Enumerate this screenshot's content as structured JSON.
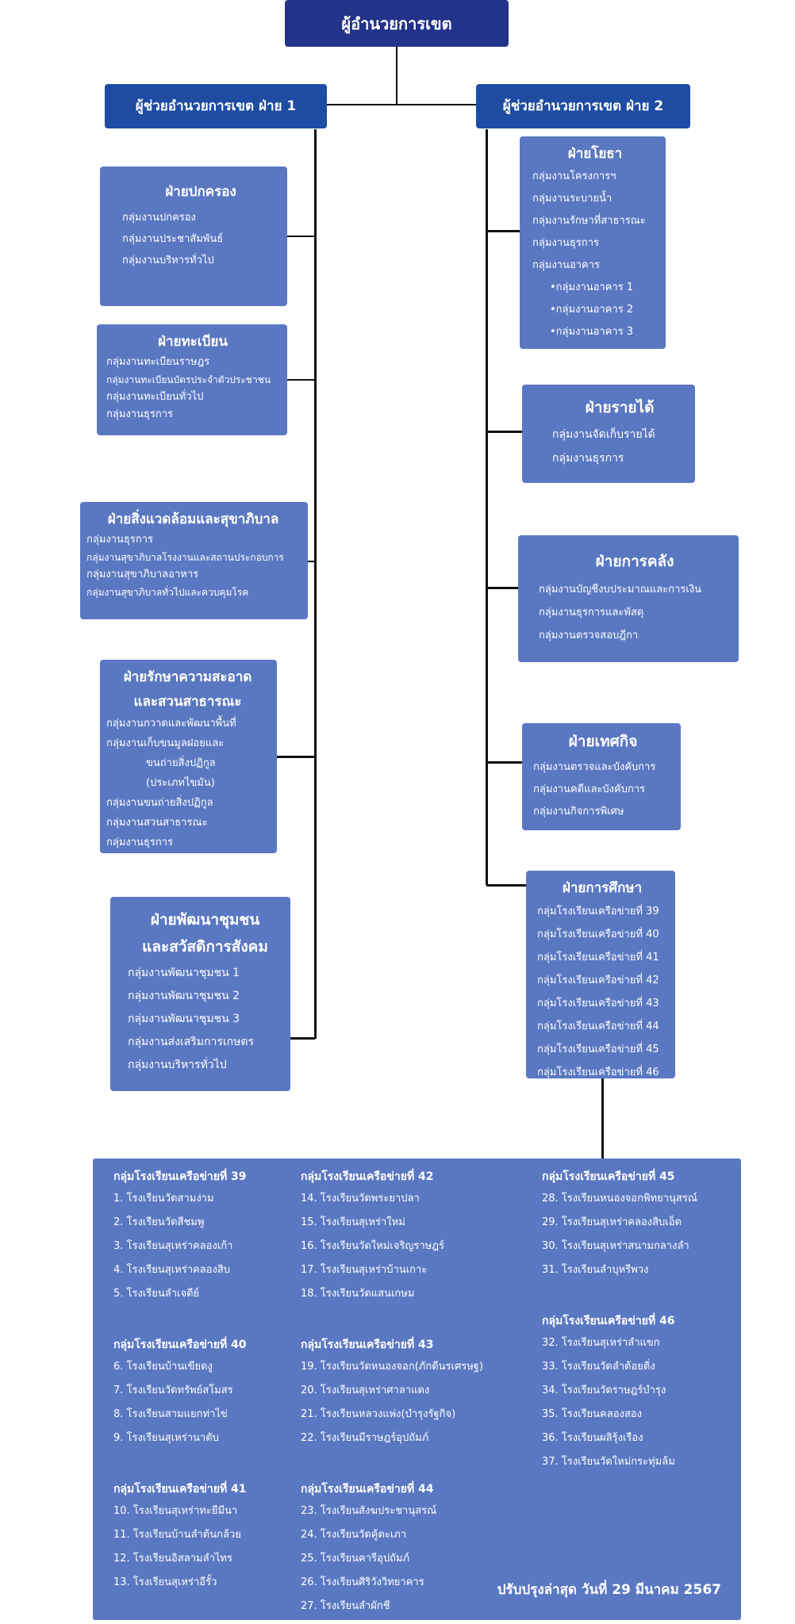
{
  "director": "ผู้อำนวยการเขต",
  "assistant_1": "ผู้ช่วยอำนวยการเขต ฝ่าย 1",
  "assistant_2": "ผู้ช่วยอำนวยการเขต ฝ่าย 2",
  "divisions_left": [
    {
      "title": "ฝ่ายปกครอง",
      "items": [
        "กลุ่มงานปกครอง",
        "กลุ่มงานประชาสัมพันธ์",
        "กลุ่มงานบริหารทั่วไป"
      ]
    },
    {
      "title": "ฝ่ายทะเบียน",
      "items": [
        "กลุ่มงานทะเบียนราษฎร",
        "กลุ่มงานทะเบียนบัตรประจำตัวประชาชน",
        "กลุ่มงานทะเบียนทั่วไป",
        "กลุ่มงานธุรการ"
      ]
    },
    {
      "title": "ฝ่ายสิ่งแวดล้อมและสุขาภิบาล",
      "items": [
        "กลุ่มงานธุรการ",
        "กลุ่มงานสุขาภิบาลโรงงานและสถานประกอบการ",
        "กลุ่มงานสุขาภิบาลอาหาร",
        "กลุ่มงานสุขาภิบาลทั่วไปและควบคุมโรค"
      ]
    },
    {
      "title": "ฝ่ายรักษาความสะอาด",
      "title2": "และสวนสาธารณะ",
      "items": [
        "กลุ่มงานกวาดและพัฒนาพื้นที่",
        "กลุ่มงานเก็บขนมูลฝอยและ",
        "ขนถ่ายสิ่งปฏิกูล",
        "(ประเภทไขมัน)",
        "กลุ่มงานขนถ่ายสิ่งปฏิกูล",
        "กลุ่มงานสวนสาธารณะ",
        "กลุ่มงานธุรการ"
      ]
    },
    {
      "title": "ฝ่ายพัฒนาชุมชน",
      "title2": "และสวัสดิการสังคม",
      "items": [
        "กลุ่มงานพัฒนาชุมชน 1",
        "กลุ่มงานพัฒนาชุมชน 2",
        "กลุ่มงานพัฒนาชุมชน 3",
        "กลุ่มงานส่งเสริมการเกษตร",
        "กลุ่มงานบริหารทั่วไป"
      ]
    }
  ],
  "divisions_right": [
    {
      "title": "ฝ่ายโยธา",
      "items": [
        "กลุ่มงานโครงการฯ",
        "กลุ่มงานระบายน้ำ",
        "กลุ่มงานรักษาที่สาธารณะ",
        "กลุ่มงานธุรการ",
        "กลุ่มงานอาคาร",
        "•กลุ่มงานอาคาร 1",
        "•กลุ่มงานอาคาร 2",
        "•กลุ่มงานอาคาร 3"
      ]
    },
    {
      "title": "ฝ่ายรายได้",
      "items": [
        "กลุ่มงานจัดเก็บรายได้",
        "กลุ่มงานธุรการ"
      ]
    },
    {
      "title": "ฝ่ายการคลัง",
      "items": [
        "กลุ่มงานบัญชีงบประมาณและการเงิน",
        "กลุ่มงานธุรการและพัสดุ",
        "กลุ่มงานตรวจสอบฎีกา"
      ]
    },
    {
      "title": "ฝ่ายเทศกิจ",
      "items": [
        "กลุ่มงานตรวจและบังคับการ",
        "กลุ่มงานคดีและบังคับการ",
        "กลุ่มงานกิจการพิเศษ"
      ]
    },
    {
      "title": "ฝ่ายการศึกษา",
      "items": [
        "กลุ่มโรงเรียนเครือข่ายที่ 39",
        "กลุ่มโรงเรียนเครือข่ายที่ 40",
        "กลุ่มโรงเรียนเครือข่ายที่ 41",
        "กลุ่มโรงเรียนเครือข่ายที่ 42",
        "กลุ่มโรงเรียนเครือข่ายที่ 43",
        "กลุ่มโรงเรียนเครือข่ายที่ 44",
        "กลุ่มโรงเรียนเครือข่ายที่ 45",
        "กลุ่มโรงเรียนเครือข่ายที่ 46"
      ]
    }
  ],
  "school_groups": [
    {
      "title": "กลุ่มโรงเรียนเครือข่ายที่ 39",
      "schools": [
        "1. โรงเรียนวัดสามง่าม",
        "2. โรงเรียนวัดสีชมพู",
        "3. โรงเรียนสุเหร่าคลองเก้า",
        "4. โรงเรียนสุเหร่าคลองสิบ",
        "5. โรงเรียนลำเจดีย์"
      ]
    },
    {
      "title": "กลุ่มโรงเรียนเครือข่ายที่ 40",
      "schools": [
        "6. โรงเรียนบ้านเขียดงู",
        "7. โรงเรียนวัดทรัพย์สโมสร",
        "8. โรงเรียนสามแยกท่าไข่",
        "9. โรงเรียนสุเหร่านาตับ"
      ]
    },
    {
      "title": "กลุ่มโรงเรียนเครือข่ายที่ 41",
      "schools": [
        "10. โรงเรียนสุเหร่าทะยีมีนา",
        "11. โรงเรียนบ้านลำต้นกล้วย",
        "12. โรงเรียนอิสลามลำไทร",
        "13. โรงเรียนสุเหร่าอีรั้ว"
      ]
    },
    {
      "title": "กลุ่มโรงเรียนเครือข่ายที่ 42",
      "schools": [
        "14. โรงเรียนวัดพระยาปลา",
        "15. โรงเรียนสุเหร่าใหม่",
        "16. โรงเรียนวัดใหม่เจริญราษฎร์",
        "17. โรงเรียนสุเหร่าบ้านเกาะ",
        "18. โรงเรียนวัดแสนเกษม"
      ]
    },
    {
      "title": "กลุ่มโรงเรียนเครือข่ายที่ 43",
      "schools": [
        "19. โรงเรียนวัดหนองจอก(ภักดีนรเศรษฐ)",
        "20. โรงเรียนสุเหร่าศาลาแดง",
        "21. โรงเรียนหลวงแพ่ง(บำรุงรัฐกิจ)",
        "22. โรงเรียนมีราษฎร์อุปถัมภ์"
      ]
    },
    {
      "title": "กลุ่มโรงเรียนเครือข่ายที่ 44",
      "schools": [
        "23. โรงเรียนสังฆประชานุสรณ์",
        "24. โรงเรียนวัดคู้ตะเภา",
        "25. โรงเรียนคารีอุปถัมภ์",
        "26. โรงเรียนศิริวังวิทยาคาร",
        "27. โรงเรียนลำผักชี"
      ]
    },
    {
      "title": "กลุ่มโรงเรียนเครือข่ายที่ 45",
      "schools": [
        "28. โรงเรียนหนองจอกพิทยานุสรณ์",
        "29. โรงเรียนสุเหร่าคลองสิบเอ็ด",
        "30. โรงเรียนสุเหร่าสนามกลางลำ",
        "31. โรงเรียนลำบุหรีพวง"
      ]
    },
    {
      "title": "กลุ่มโรงเรียนเครือข่ายที่ 46",
      "schools": [
        "32. โรงเรียนสุเหร่าลำแขก",
        "33. โรงเรียนวัดลำต้อยติ่ง",
        "34. โรงเรียนวัดราษฎร์บำรุง",
        "35. โรงเรียนคลองสอง",
        "36. โรงเรียนผลิรุ้งเรือง",
        "37. โรงเรียนวัดใหม่กระทุ่มล้ม"
      ]
    }
  ],
  "footer": "ปรับปรุงล่าสุด วันที่  29 มีนาคม  2567"
}
